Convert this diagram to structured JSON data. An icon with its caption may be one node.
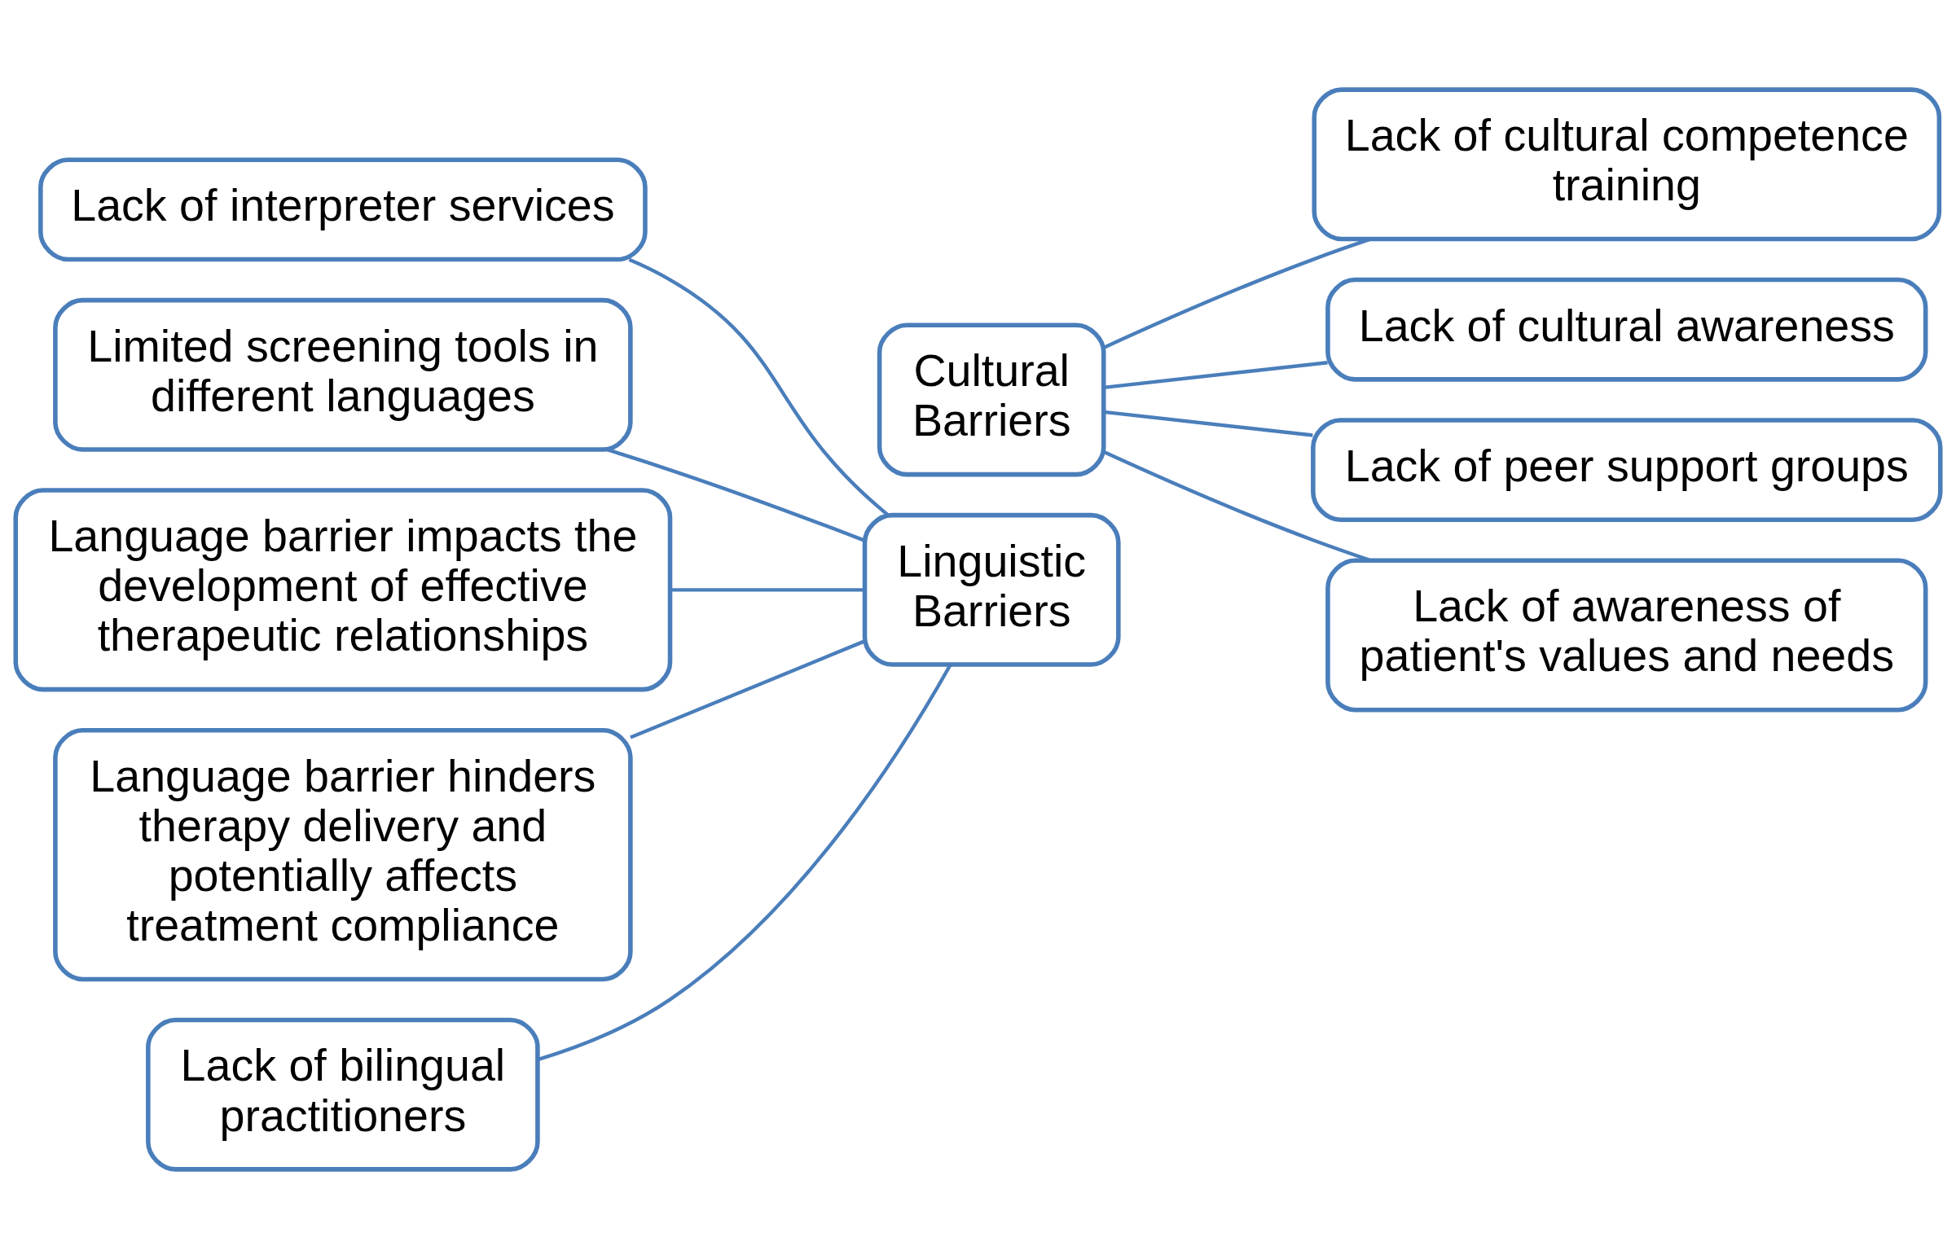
{
  "diagram": {
    "nodes": [
      {
        "text": [
          "Lack of interpreter services"
        ]
      },
      {
        "text": [
          "Limited screening tools in different languages"
        ]
      },
      {
        "text": [
          "Language barrier impacts the development of effective therapeutic relationships"
        ]
      },
      {
        "text": [
          "Language barrier hinders therapy delivery and potentially affects treatment compliance"
        ]
      },
      {
        "text": [
          "Lack of bilingual practitioners"
        ]
      },
      {
        "text": [
          "Linguistic Barriers"
        ]
      },
      {
        "text": [
          "Cultural Barriers"
        ]
      },
      {
        "text": [
          "Lack of cultural competence training"
        ]
      },
      {
        "text": [
          "Lack of cultural awareness"
        ]
      },
      {
        "text": [
          "Lack of peer support groups"
        ]
      },
      {
        "text": [
          "Lack of awareness of patient's values and needs"
        ]
      }
    ],
    "edges": [
      {
        "from": 0,
        "to": 5,
        "arrow": "none"
      },
      {
        "from": 1,
        "to": 5,
        "arrow": "none"
      },
      {
        "from": 2,
        "to": 5,
        "arrow": "none"
      },
      {
        "from": 3,
        "to": 5,
        "arrow": "none"
      },
      {
        "from": 4,
        "to": 5,
        "arrow": "none"
      },
      {
        "from": 6,
        "to": 7,
        "arrow": "none"
      },
      {
        "from": 6,
        "to": 8,
        "arrow": "none"
      },
      {
        "from": 6,
        "to": 9,
        "arrow": "none"
      },
      {
        "from": 6,
        "to": 10,
        "arrow": "none"
      }
    ]
  }
}
